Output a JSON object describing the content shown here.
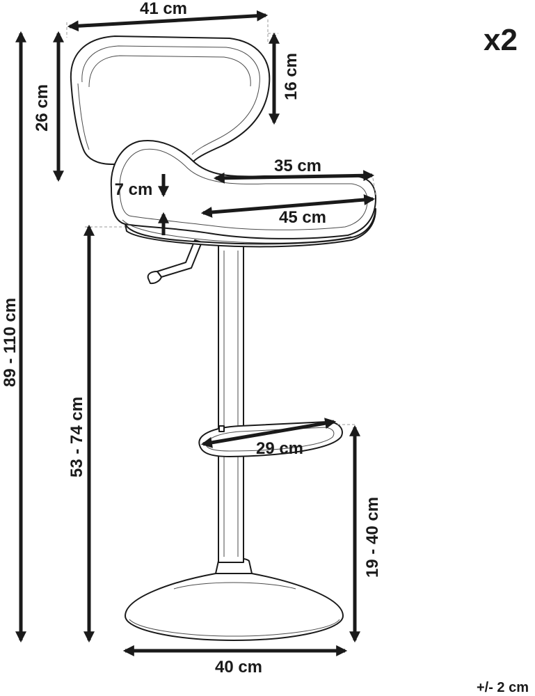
{
  "quantity": "x2",
  "tolerance": "+/- 2 cm",
  "dimensions": {
    "backrest_width": "41 cm",
    "backrest_height": "26 cm",
    "backrest_inner_height": "16 cm",
    "seat_depth": "35 cm",
    "seat_width": "45 cm",
    "seat_thickness": "7 cm",
    "total_height": "89 - 110 cm",
    "seat_height": "53 - 74 cm",
    "footrest_diameter": "29 cm",
    "footrest_height": "19 - 40 cm",
    "base_diameter": "40 cm"
  }
}
